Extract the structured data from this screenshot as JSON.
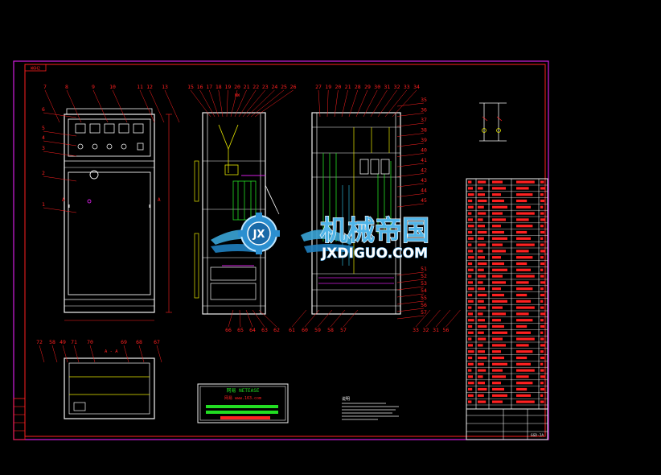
{
  "frame": {
    "tag": "W6H2"
  },
  "callouts_top": {
    "front": [
      "7",
      "8",
      "9",
      "10",
      "11",
      "12",
      "13"
    ],
    "side": [
      "15",
      "16",
      "17",
      "18",
      "19",
      "20",
      "21",
      "22",
      "23",
      "24",
      "25",
      "26"
    ],
    "rear": [
      "27",
      "19",
      "20",
      "21",
      "28",
      "29",
      "30",
      "31",
      "32",
      "33",
      "34"
    ]
  },
  "callouts_left": [
    "6",
    "5",
    "4",
    "3",
    "2",
    "1"
  ],
  "callouts_right": [
    "35",
    "36",
    "37",
    "38",
    "39",
    "40",
    "41",
    "42",
    "43",
    "44",
    "45",
    "51",
    "52",
    "53",
    "54",
    "55",
    "56",
    "57"
  ],
  "callouts_bottom": {
    "side": [
      "66",
      "65",
      "64",
      "63",
      "62"
    ],
    "rear": [
      "61",
      "60",
      "59",
      "58",
      "57",
      "33",
      "32",
      "31",
      "56"
    ]
  },
  "callouts_plan": [
    "72",
    "58",
    "49",
    "71",
    "70",
    "69",
    "68",
    "67"
  ],
  "plan_label": "A - A",
  "view_letter": "A",
  "stamp": {
    "brand": "网易 NETEASE",
    "line": "网易 www.163.com"
  },
  "notes_title": "说明",
  "watermark": {
    "cn": "机械帝国",
    "en": "JXDIGUO.COM",
    "badge": "JX"
  },
  "title_block": {
    "code": "GGD-2A"
  },
  "colors": {
    "red": "#ff2020",
    "white": "#f2f2f2",
    "green": "#22dd22",
    "yellow": "#e8e800",
    "magenta": "#d21ee0",
    "cyan": "#33ccee"
  }
}
